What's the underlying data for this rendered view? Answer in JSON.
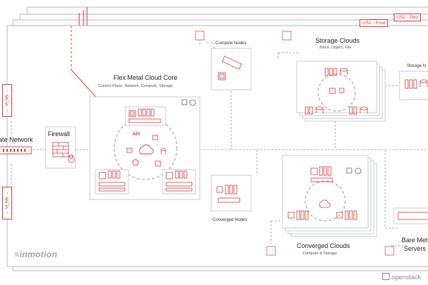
{
  "env_tags": [
    "US1 - Prod",
    "US2 - Dev"
  ],
  "vlan_labels": [
    "← VLAN →",
    "← VLAN →"
  ],
  "nodes": {
    "private_network": "ate Network",
    "firewall": "Firewall",
    "core_title": "Flex Metal Cloud Core",
    "core_sub": "Control Plane, Network, Compute, Storage",
    "api": "API",
    "compute_nodes": "Compute Nodes",
    "storage_title": "Storage Clouds",
    "storage_sub": "Block, Object, File",
    "storage_nodes": "Storage N",
    "converged_nodes": "Converged Nodes",
    "converged_title": "Converged Clouds",
    "converged_sub": "Compute & Storage",
    "bare_metal_1": "Bare Met",
    "bare_metal_2": "Servers"
  },
  "brand": {
    "inmotion": "inmotion",
    "openstack": "openstack"
  },
  "icons": [
    "gear-icon",
    "cloud-icon",
    "server-rack-icon",
    "database-icon",
    "cpu-chip-icon",
    "memory-module-icon",
    "cube-icon",
    "brick-wall-icon",
    "flame-icon",
    "lock-icon",
    "fingerprint-icon",
    "arrows-icon"
  ],
  "colors": {
    "accent": "#d83a3a",
    "line": "#9a9a9a",
    "frame": "#aeb4ba"
  }
}
